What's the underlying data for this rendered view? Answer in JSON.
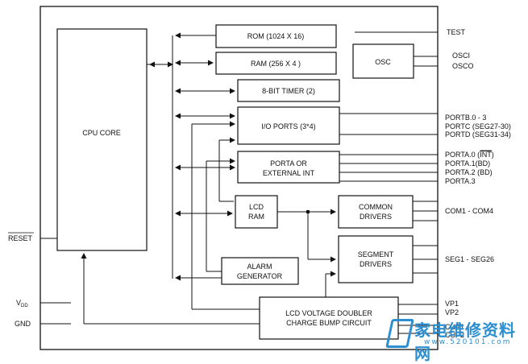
{
  "blocks": {
    "cpu_core": "CPU CORE",
    "rom": "ROM (1024 X 16)",
    "ram": "RAM (256 X 4 )",
    "timer": "8-BIT TIMER  (2)",
    "io_ports": "I/O  PORTS (3*4)",
    "porta_ext_line1": "PORTA OR",
    "porta_ext_line2": "EXTERNAL INT",
    "osc": "OSC",
    "lcd_ram_line1": "LCD",
    "lcd_ram_line2": "RAM",
    "common_drivers_line1": "COMMON",
    "common_drivers_line2": "DRIVERS",
    "segment_drivers_line1": "SEGMENT",
    "segment_drivers_line2": "DRIVERS",
    "alarm_line1": "ALARM",
    "alarm_line2": "GENERATOR",
    "lcd_voltage_line1": "LCD VOLTAGE DOUBLER",
    "lcd_voltage_line2": "CHARGE BUMP CIRCUIT"
  },
  "pins": {
    "test": "TEST",
    "osci": "OSCI",
    "osco": "OSCO",
    "portb": "PORTB.0 - 3",
    "portc": "PORTC (SEG27-30)",
    "portd": "PORTD (SEG31-34)",
    "porta0_prefix": "PORTA.0 (",
    "porta0_overbar": "INT",
    "porta0_suffix": ")",
    "porta1": "PORTA.1(BD)",
    "porta2": "PORTA.2 (BD)",
    "porta3": "PORTA.3",
    "com": "COM1 - COM4",
    "seg": "SEG1 - SEG26",
    "vp1": "VP1",
    "vp2": "VP2",
    "cup1": "CUP1",
    "cup2": "CUP2",
    "reset": "RESET",
    "vdd_main": "V",
    "vdd_sub": "DD",
    "gnd": "GND"
  },
  "watermark": {
    "title": "家电维修资料网",
    "url": "www.520101.com"
  },
  "colors": {
    "line": "#111111",
    "watermark": "#2d8fd0"
  }
}
